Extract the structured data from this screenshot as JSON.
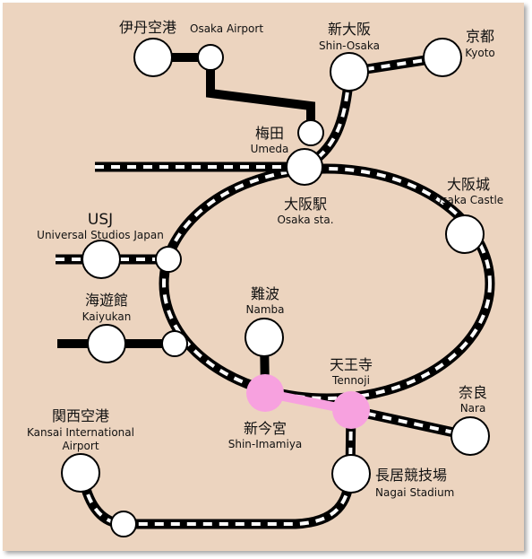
{
  "colors": {
    "background": "#ecd4bf",
    "track": "#000000",
    "tie": "#ffffff",
    "highlight": "#f7a1df",
    "station_fill": "#ffffff",
    "station_stroke": "#000000"
  },
  "stations": {
    "itami": {
      "jp": "伊丹空港",
      "en": "Osaka Airport"
    },
    "shin_osaka": {
      "jp": "新大阪",
      "en": "Shin-Osaka"
    },
    "kyoto": {
      "jp": "京都",
      "en": "Kyoto"
    },
    "umeda": {
      "jp": "梅田",
      "en": "Umeda"
    },
    "osaka": {
      "jp": "大阪駅",
      "en": "Osaka sta."
    },
    "osaka_castle": {
      "jp": "大阪城",
      "en": "Osaka Castle"
    },
    "usj": {
      "jp": "USJ",
      "en": "Universal Studios Japan"
    },
    "kaiyukan": {
      "jp": "海遊館",
      "en": "Kaiyukan"
    },
    "namba": {
      "jp": "難波",
      "en": "Namba"
    },
    "tennoji": {
      "jp": "天王寺",
      "en": "Tennoji"
    },
    "nara": {
      "jp": "奈良",
      "en": "Nara"
    },
    "kansai_airport": {
      "jp": "関西空港",
      "en_line1": "Kansai International",
      "en_line2": "Airport"
    },
    "shin_imamiya": {
      "jp": "新今宮",
      "en": "Shin-Imamiya"
    },
    "nagai": {
      "jp": "長居競技場",
      "en": "Nagai Stadium"
    }
  }
}
